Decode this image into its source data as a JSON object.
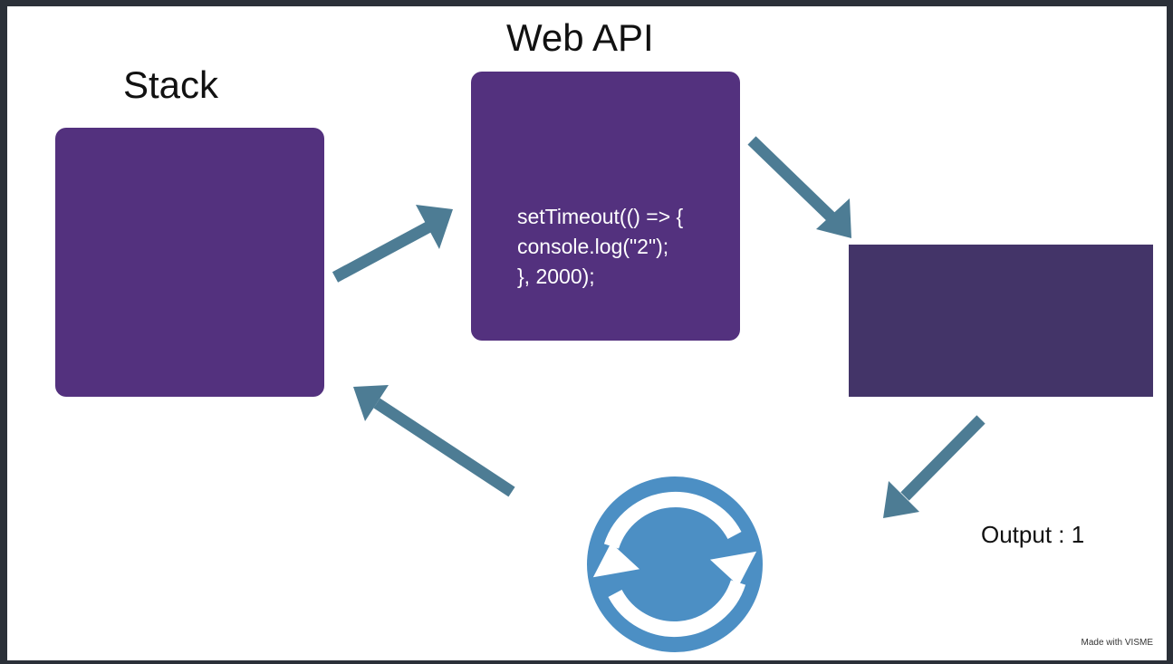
{
  "stack": {
    "label": "Stack"
  },
  "web_api": {
    "label": "Web API",
    "code_lines": [
      "setTimeout(() => {",
      "console.log(\"2\");",
      "}, 2000);"
    ]
  },
  "output": {
    "label": "Output : 1"
  },
  "watermark": "Made with VISME",
  "colors": {
    "box": "#53317e",
    "queue_box": "#433468",
    "arrow": "#4d7c94",
    "loop_icon": "#4c8fc4"
  },
  "icons": [
    "arrow-right-icon",
    "refresh-icon"
  ]
}
